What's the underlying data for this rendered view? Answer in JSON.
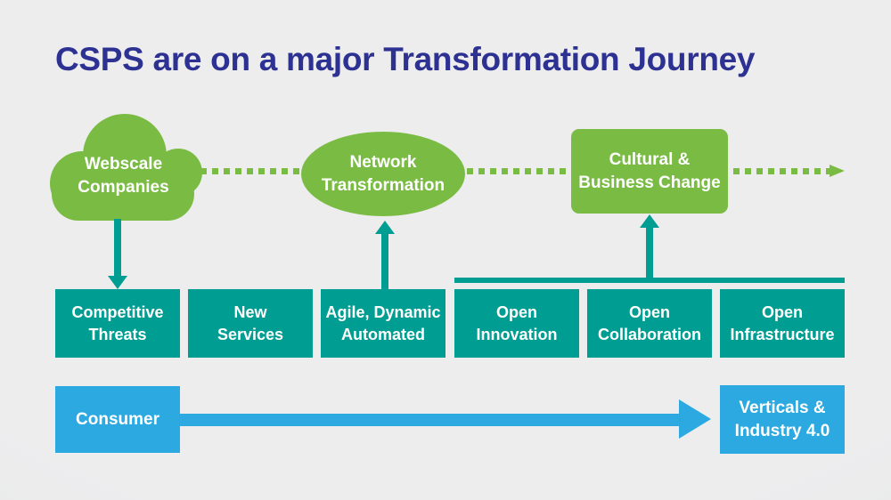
{
  "title": "CSPS are on a major Transformation Journey",
  "colors": {
    "green": "#7ABC43",
    "teal": "#009E92",
    "blue": "#2BA9E0",
    "heading": "#2D3192",
    "background": "#EAEAEB",
    "label_text": "#FFFFFF"
  },
  "journey_row": {
    "cloud": {
      "label": "Webscale\nCompanies"
    },
    "ellipse": {
      "label": "Network\nTransformation"
    },
    "change_box": {
      "label": "Cultural &\nBusiness Change"
    }
  },
  "driver_boxes": [
    {
      "label": "Competitive\nThreats"
    },
    {
      "label": "New\nServices"
    },
    {
      "label": "Agile, Dynamic\nAutomated"
    },
    {
      "label": "Open\nInnovation"
    },
    {
      "label": "Open\nCollaboration"
    },
    {
      "label": "Open\nInfrastructure"
    }
  ],
  "bottom_row": {
    "consumer": {
      "label": "Consumer"
    },
    "target": {
      "label": "Verticals &\nIndustry 4.0"
    }
  }
}
